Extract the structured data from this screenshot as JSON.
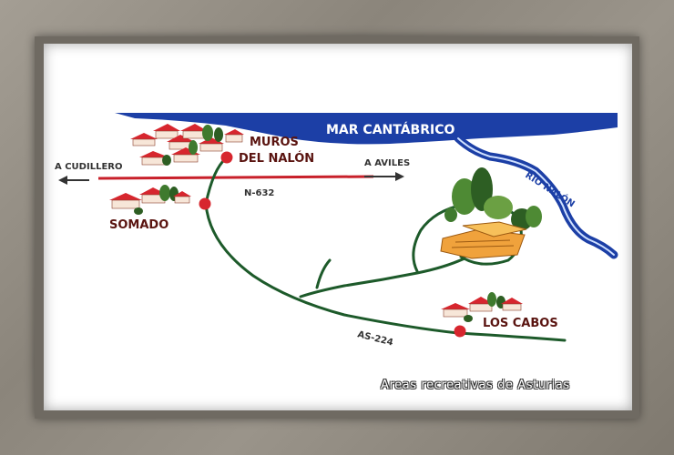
{
  "map": {
    "sea_label": "MAR CANTÁBRICO",
    "river_label": "RÍO NALÓN",
    "towns": {
      "muros_line1": "MUROS",
      "muros_line2": "DEL NALÓN",
      "somado": "SOMADO",
      "los_cabos": "LOS CABOS"
    },
    "roads": {
      "main": "N-632",
      "secondary": "AS-224",
      "to_west": "A CUDILLERO",
      "to_east": "A AVILES"
    },
    "colors": {
      "sea": "#1c3fa6",
      "main_road": "#c8202a",
      "local_road": "#1d5a2a",
      "town_dot": "#d7262e",
      "label": "#5a1410"
    }
  },
  "watermark": "Areas recreativas de Asturias"
}
